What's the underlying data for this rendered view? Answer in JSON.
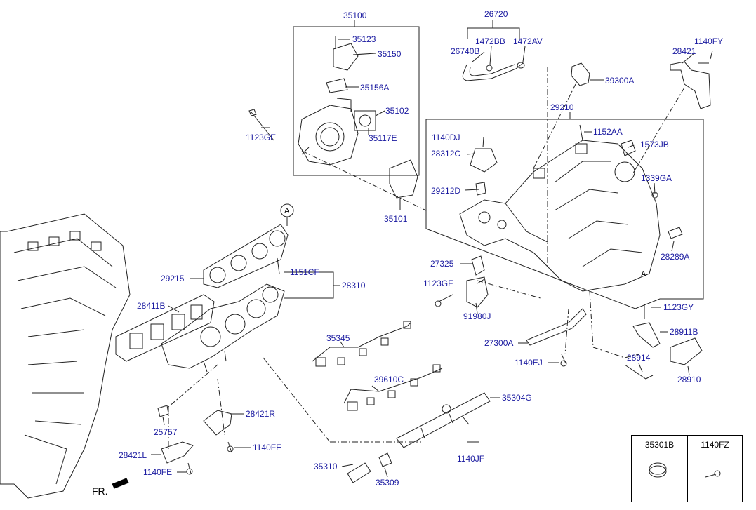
{
  "labels": {
    "l35100": "35100",
    "l35123": "35123",
    "l35150": "35150",
    "l35156A": "35156A",
    "l35102": "35102",
    "l35117E": "35117E",
    "l1123GE": "1123GE",
    "l35101": "35101",
    "l26720": "26720",
    "l1472BB": "1472BB",
    "l1472AV": "1472AV",
    "l26740B": "26740B",
    "l1140FY": "1140FY",
    "l28421": "28421",
    "l39300A": "39300A",
    "l29210": "29210",
    "l1140DJ": "1140DJ",
    "l1152AA": "1152AA",
    "l1573JB": "1573JB",
    "l28312C": "28312C",
    "l1339GA": "1339GA",
    "l29212D": "29212D",
    "l28289A": "28289A",
    "lA1": "A",
    "lA2": "A",
    "l29215": "29215",
    "l1151CF": "1151CF",
    "l28310": "28310",
    "l28411B": "28411B",
    "l27325": "27325",
    "l1123GF": "1123GF",
    "l91980J": "91980J",
    "l1123GY": "1123GY",
    "l28911B": "28911B",
    "l35345": "35345",
    "l27300A": "27300A",
    "l1140EJ": "1140EJ",
    "l28914": "28914",
    "l28910": "28910",
    "l39610C": "39610C",
    "l35304G": "35304G",
    "l25757": "25757",
    "l28421R": "28421R",
    "l1140FE_a": "1140FE",
    "l28421L": "28421L",
    "l1140FE_b": "1140FE",
    "l35310": "35310",
    "l35309": "35309",
    "l1140JF": "1140JF"
  },
  "fr_label": "FR.",
  "legend": {
    "col1": "35301B",
    "col2": "1140FZ"
  },
  "colors": {
    "label": "#1a1aa0",
    "line": "#000000"
  }
}
